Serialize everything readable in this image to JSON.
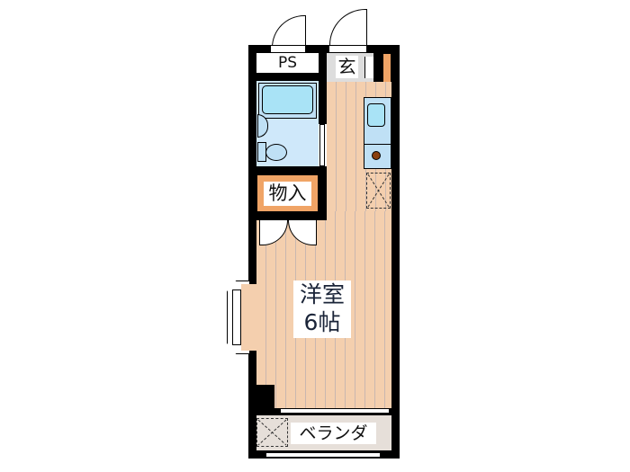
{
  "floorplan": {
    "rooms": {
      "ps": {
        "label": "PS"
      },
      "entrance": {
        "label": "玄"
      },
      "closet": {
        "label": "物入"
      },
      "western_room": {
        "label_line1": "洋室",
        "label_line2": "6帖"
      },
      "balcony": {
        "label": "ベランダ"
      }
    },
    "colors": {
      "wall": "#000000",
      "floor": "#f4cfae",
      "floor_lines": "#c9b7b0",
      "bath_blue": "#bfe0f5",
      "fixture_blue": "#a9e3f6",
      "closet_orange": "#f0a466",
      "entrance_gray": "#dddddd",
      "balcony_gray": "#e6dfd9",
      "stove_brown": "#8a4010"
    }
  }
}
